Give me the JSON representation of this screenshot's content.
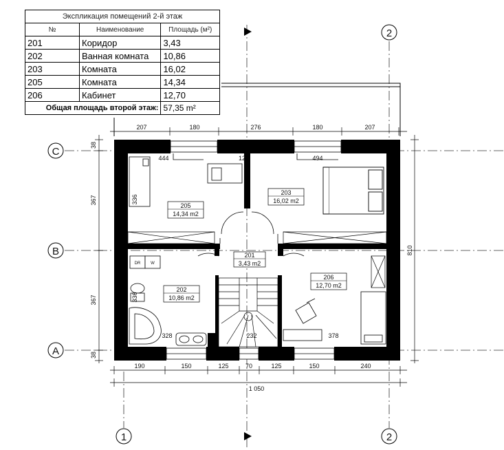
{
  "explication": {
    "caption": "Экспликация помещений 2-й этаж",
    "headers": {
      "num": "№",
      "name": "Наименование",
      "area": "Площадь (м²)"
    },
    "rows": [
      {
        "num": "201",
        "name": "Коридор",
        "area": "3,43"
      },
      {
        "num": "202",
        "name": "Ванная комната",
        "area": "10,86"
      },
      {
        "num": "203",
        "name": "Комната",
        "area": "16,02"
      },
      {
        "num": "205",
        "name": "Комната",
        "area": "14,34"
      },
      {
        "num": "206",
        "name": "Кабинет",
        "area": "12,70"
      }
    ],
    "total_label": "Общая площадь второй этаж:",
    "total_value": "57,35 m²"
  },
  "axes": {
    "columns": [
      "1",
      "2",
      "2"
    ],
    "rows": [
      "C",
      "B",
      "A"
    ]
  },
  "dimensions": {
    "top_chain": [
      "207",
      "180",
      "276",
      "180",
      "207"
    ],
    "bottom_chain": [
      "190",
      "150",
      "125",
      "70",
      "125",
      "150",
      "240"
    ],
    "overall_width": "1 050",
    "left_chain": [
      "38",
      "367",
      "367",
      "38"
    ],
    "right_overall": "810",
    "inner": [
      "444",
      "12",
      "494",
      "336",
      "336",
      "328",
      "232",
      "378"
    ]
  },
  "rooms": [
    {
      "num": "205",
      "area": "14,34 m2"
    },
    {
      "num": "203",
      "area": "16,02 m2"
    },
    {
      "num": "201",
      "area": "3,43 m2"
    },
    {
      "num": "202",
      "area": "10,86 m2"
    },
    {
      "num": "206",
      "area": "12,70 m2"
    }
  ],
  "appliances": {
    "dryer": "DR",
    "washer": "W"
  },
  "colors": {
    "wall": "#000000",
    "line": "#222222",
    "axis": "#333333"
  }
}
